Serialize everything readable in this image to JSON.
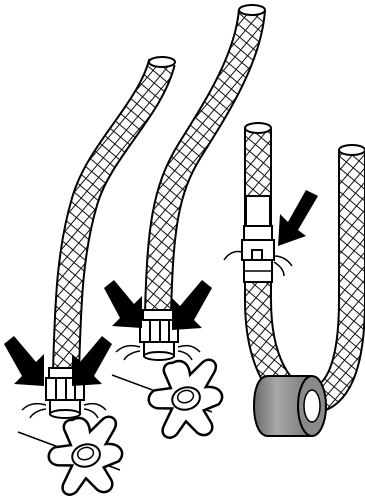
{
  "illustration": {
    "panels": [
      {
        "name": "left-hose-assembly",
        "items": [
          "braided-hose",
          "hex-nut",
          "star-knob",
          "pressure-arrows",
          "water-drip"
        ]
      },
      {
        "name": "middle-hose-assembly",
        "items": [
          "braided-hose",
          "hex-nut",
          "star-knob",
          "pressure-arrows",
          "water-drip"
        ]
      },
      {
        "name": "right-hose-loop",
        "items": [
          "braided-hose",
          "crimp-coupling",
          "leak-arrow",
          "water-drip",
          "grey-ferrite-ring"
        ]
      }
    ],
    "colors": {
      "outline": "#000000",
      "background": "#ffffff",
      "ring": "#9a9a9a",
      "ring_dark": "#5f5f5f"
    }
  }
}
